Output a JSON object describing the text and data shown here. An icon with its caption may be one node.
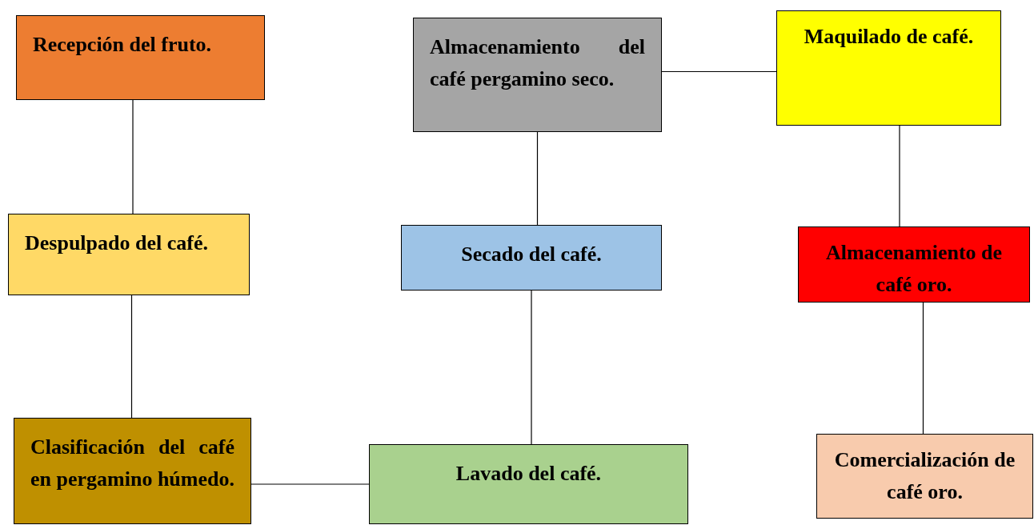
{
  "diagram": {
    "nodes": [
      {
        "text": [
          "Recepción del fruto."
        ]
      },
      {
        "text": [
          "Despulpado del café."
        ]
      },
      {
        "text": [
          "Clasificación del café en pergamino húmedo."
        ]
      },
      {
        "text": [
          "Lavado del café."
        ]
      },
      {
        "text": [
          "Secado del café."
        ]
      },
      {
        "text": [
          "Almacenamiento del café pergamino seco."
        ]
      },
      {
        "text": [
          "Maquilado de café."
        ]
      },
      {
        "text": [
          "Almacenamiento de café oro."
        ]
      },
      {
        "text": [
          "Comercialización de café oro."
        ]
      }
    ],
    "edges": [
      {
        "from": 0,
        "to": 1,
        "arrow": "none"
      },
      {
        "from": 1,
        "to": 2,
        "arrow": "none"
      },
      {
        "from": 2,
        "to": 3,
        "arrow": "none"
      },
      {
        "from": 3,
        "to": 4,
        "arrow": "none"
      },
      {
        "from": 4,
        "to": 5,
        "arrow": "none"
      },
      {
        "from": 5,
        "to": 6,
        "arrow": "none"
      },
      {
        "from": 6,
        "to": 7,
        "arrow": "none"
      },
      {
        "from": 7,
        "to": 8,
        "arrow": "none"
      }
    ]
  }
}
